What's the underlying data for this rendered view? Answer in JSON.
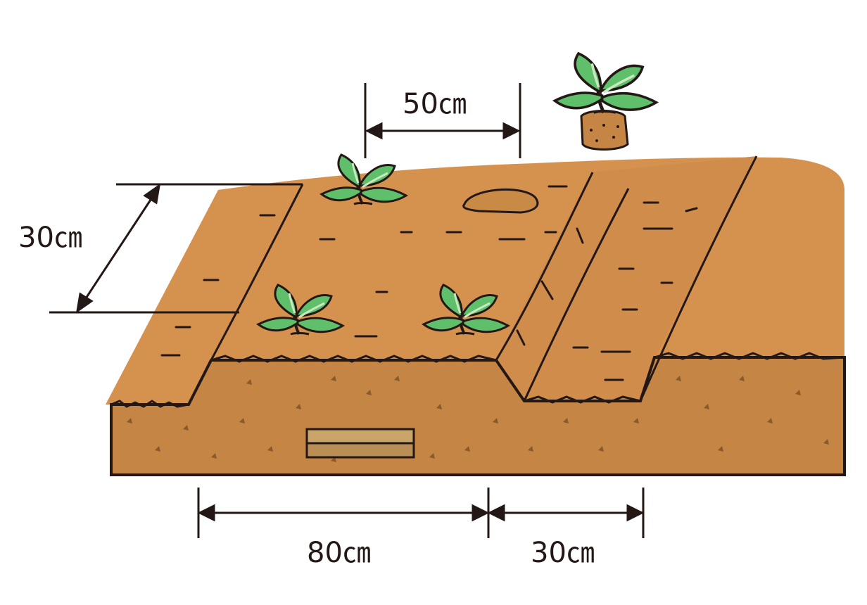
{
  "dimensions": {
    "plant_spacing": "50㎝",
    "row_spacing": "30㎝",
    "bed_width": "80㎝",
    "furrow_width": "30㎝"
  },
  "colors": {
    "soil_top": "#d4924e",
    "soil_side": "#c58544",
    "soil_dark": "#a86a33",
    "outline": "#231815",
    "leaf": "#5fbf6a",
    "leaf_light": "#c9e8c1",
    "board": "#c9a56a"
  },
  "icons": {
    "seedling": "seedling-icon",
    "root_ball": "seedling-with-root-ball-icon",
    "board": "wooden-board-icon"
  }
}
